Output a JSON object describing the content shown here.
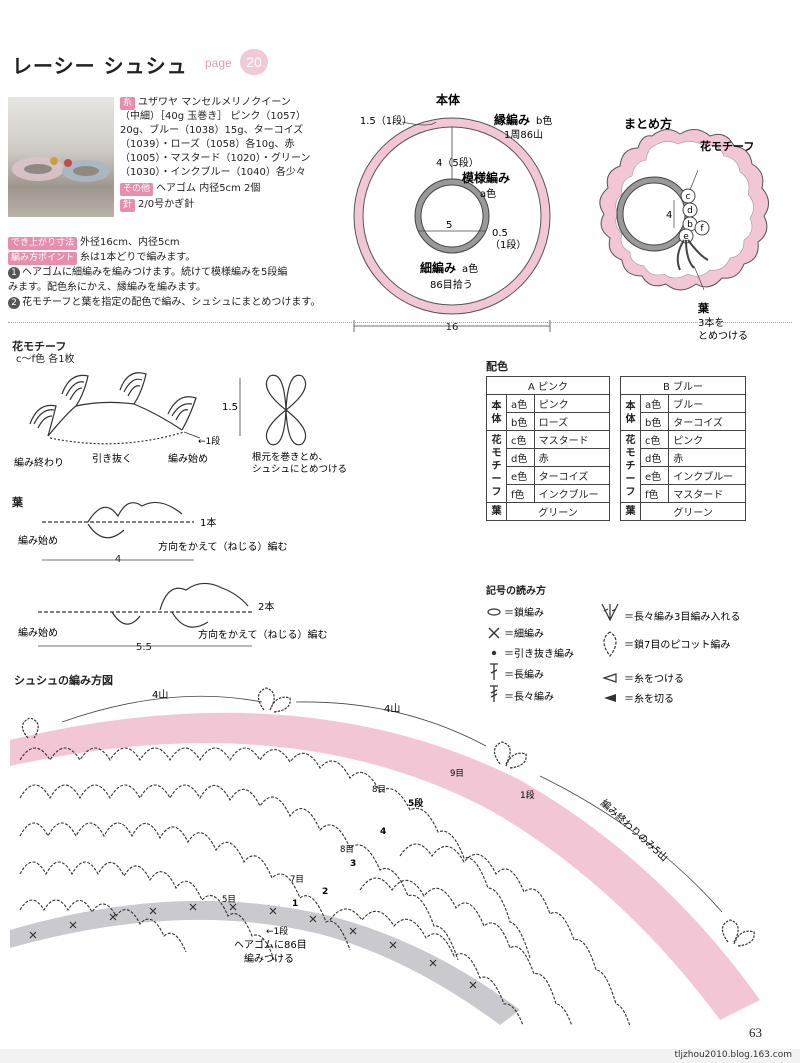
{
  "header": {
    "title": "レーシー シュシュ",
    "page_word": "page",
    "page_ref": "20"
  },
  "materials": {
    "yarn_tag": "糸",
    "yarn_lines": [
      "ユザワヤ マンセルメリノクイーン",
      "（中細）［40g 玉巻き］ ピンク（1057）",
      "20g、ブルー（1038）15g、ターコイズ",
      "（1039）・ローズ（1058）各10g、赤",
      "（1005）・マスタード（1020）・グリーン",
      "（1030）・インクブルー（1040）各少々"
    ],
    "other_tag": "その他",
    "other_text": "ヘアゴム 内径5cm 2個",
    "needle_tag": "針",
    "needle_text": "2/0号かぎ針"
  },
  "specs": {
    "size_tag": "でき上がり寸法",
    "size_text": "外径16cm、内径5cm",
    "point_tag": "編み方ポイント",
    "point_text": "糸は1本どりで編みます。",
    "step1_num": "1",
    "step1_line1": "ヘアゴムに細編みを編みつけます。続けて模様編みを5段編",
    "step1_line2": "みます。配色糸にかえ、縁編みを編みます。",
    "step2_num": "2",
    "step2_text": "花モチーフと葉を指定の配色で編み、シュシュにまとめつけます。"
  },
  "body_diagram": {
    "title": "本体",
    "outer_label": "1.5（1段）",
    "edge_label": "縁編み",
    "edge_color": "b色",
    "edge_count": "1周86山",
    "pattern_rows": "4（5段）",
    "pattern_label": "模様編み",
    "pattern_color": "a色",
    "inner_dim": "5",
    "inner_row": "0.5",
    "inner_row2": "（1段）",
    "sc_label": "細編み",
    "sc_color": "a色",
    "sc_count": "86目拾う",
    "width": "16"
  },
  "assembly_diagram": {
    "title": "まとめ方",
    "flower_label": "花モチーフ",
    "dim": "4",
    "letters": [
      "c",
      "d",
      "b",
      "e",
      "f"
    ],
    "leaf_label": "葉",
    "leaf_note1": "3本を",
    "leaf_note2": "とめつける"
  },
  "flower_motif": {
    "title": "花モチーフ",
    "subtitle": "c〜f色 各1枚",
    "end_label": "編み終わり",
    "pull_label": "引き抜く",
    "start_label": "編み始め",
    "row_label": "←1段",
    "dim": "1.5",
    "note1": "根元を巻きとめ、",
    "note2": "シュシュにとめつける"
  },
  "leaf": {
    "title": "葉",
    "count1": "1本",
    "start1": "編み始め",
    "turn1": "方向をかえて（ねじる）編む",
    "dim1": "4",
    "count2": "2本",
    "start2": "編み始め",
    "turn2": "方向をかえて（ねじる）編む",
    "dim2": "5.5"
  },
  "color_scheme": {
    "title": "配色",
    "side_body": "本体",
    "side_flower": "花モチーフ",
    "side_leaf": "葉",
    "a_header": "A ピンク",
    "b_header": "B ブルー",
    "a_rows": [
      {
        "key": "a色",
        "val": "ピンク"
      },
      {
        "key": "b色",
        "val": "ローズ"
      },
      {
        "key": "c色",
        "val": "マスタード"
      },
      {
        "key": "d色",
        "val": "赤"
      },
      {
        "key": "e色",
        "val": "ターコイズ"
      },
      {
        "key": "f色",
        "val": "インクブルー"
      }
    ],
    "a_leaf": "グリーン",
    "b_rows": [
      {
        "key": "a色",
        "val": "ブルー"
      },
      {
        "key": "b色",
        "val": "ターコイズ"
      },
      {
        "key": "c色",
        "val": "ピンク"
      },
      {
        "key": "d色",
        "val": "赤"
      },
      {
        "key": "e色",
        "val": "インクブルー"
      },
      {
        "key": "f色",
        "val": "マスタード"
      }
    ],
    "b_leaf": "グリーン"
  },
  "symbols": {
    "title": "記号の読み方",
    "left": [
      "＝鎖編み",
      "＝細編み",
      "＝引き抜き編み",
      "＝長編み",
      "＝長々編み"
    ],
    "right": [
      "＝長々編み3目編み入れる",
      "＝鎖7目のピコット編み",
      "＝糸をつける",
      "＝糸を切る"
    ]
  },
  "chart": {
    "title": "シュシュの編み方図",
    "span_left": "4山",
    "span_mid": "4山",
    "end_note": "編み終わりのみ5山",
    "row1_mark": "1段",
    "rows": [
      "5段",
      "4",
      "3",
      "2",
      "1"
    ],
    "stitch_9": "9目",
    "stitch_8a": "8目",
    "stitch_8b": "8目",
    "stitch_7": "7目",
    "stitch_5": "5目",
    "start_row": "←1段",
    "gomu1": "ヘアゴムに86目",
    "gomu2": "編みつける"
  },
  "page_number": "63",
  "footer_url": "tljzhou2010.blog.163.com",
  "colors": {
    "pink": "#f3c6d6",
    "tag": "#e78eaf",
    "gray_band": "#c9c9cf"
  }
}
